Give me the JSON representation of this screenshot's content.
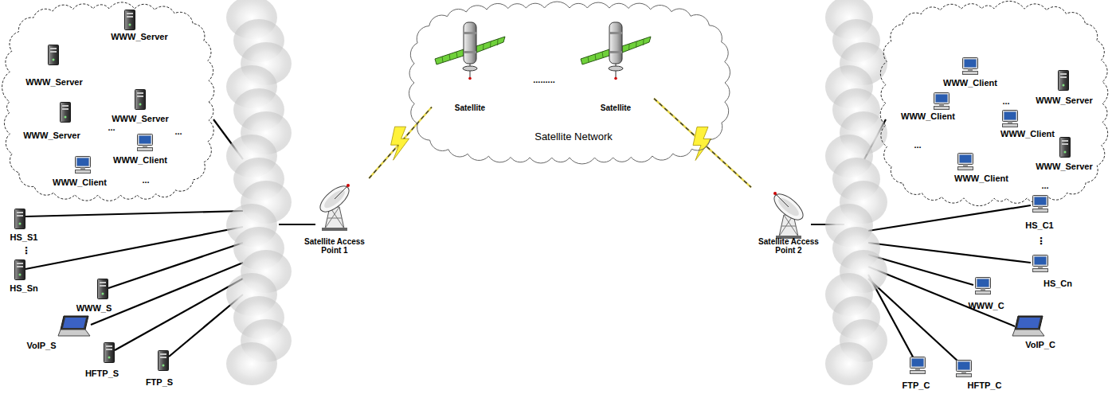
{
  "diagram": {
    "nodes": [
      {
        "text": [
          "...",
          "...",
          "..."
        ]
      },
      {
        "text": [
          "WWW_Server"
        ],
        "in": 0
      },
      {
        "text": [
          "WWW_Server"
        ],
        "in": 0
      },
      {
        "text": [
          "WWW_Server"
        ],
        "in": 0
      },
      {
        "text": [
          "WWW_Server"
        ],
        "in": 0
      },
      {
        "text": [
          "WWW_Client"
        ],
        "in": 0
      },
      {
        "text": [
          "WWW_Client"
        ],
        "in": 0
      },
      {
        "text": [
          "HS_S1"
        ]
      },
      {
        "text": [
          "HS_Sn"
        ]
      },
      {
        "text": [
          "WWW_S"
        ]
      },
      {
        "text": [
          "VoIP_S"
        ]
      },
      {
        "text": [
          "HFTP_S"
        ]
      },
      {
        "text": [
          "FTP_S"
        ]
      },
      {
        "text": [
          "Satellite Access Point 1"
        ]
      },
      {
        "text": [
          ".........",
          "Satellite Network"
        ]
      },
      {
        "text": [
          "Satellite"
        ],
        "in": 14
      },
      {
        "text": [
          "Satellite"
        ],
        "in": 14
      },
      {
        "text": [
          "Satellite Access Point 2"
        ]
      },
      {
        "text": [
          "...",
          "...",
          "..."
        ]
      },
      {
        "text": [
          "WWW_Client"
        ],
        "in": 18
      },
      {
        "text": [
          "WWW_Server"
        ],
        "in": 18
      },
      {
        "text": [
          "WWW_Client"
        ],
        "in": 18
      },
      {
        "text": [
          "WWW_Client"
        ],
        "in": 18
      },
      {
        "text": [
          "WWW_Server"
        ],
        "in": 18
      },
      {
        "text": [
          "WWW_Client"
        ],
        "in": 18
      },
      {
        "text": [
          "HS_C1"
        ]
      },
      {
        "text": [
          "HS_Cn"
        ]
      },
      {
        "text": [
          "WWW_C"
        ]
      },
      {
        "text": [
          "VoIP_C"
        ]
      },
      {
        "text": [
          "FTP_C"
        ]
      },
      {
        "text": [
          "HFTP_C"
        ]
      }
    ],
    "edges": [
      {
        "from": 13,
        "to": 15,
        "arrow": "none"
      },
      {
        "from": 16,
        "to": 17,
        "arrow": "none"
      }
    ],
    "labels": [
      "⋮",
      "⋮"
    ]
  }
}
